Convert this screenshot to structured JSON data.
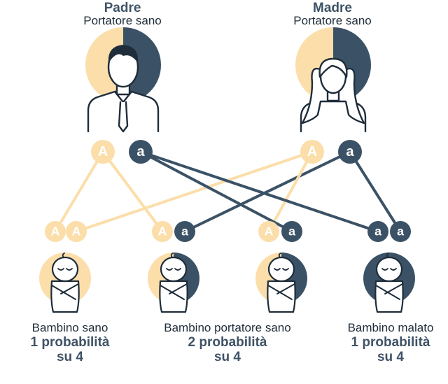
{
  "colors": {
    "dominant": "#fbdeaa",
    "recessive": "#3b5266",
    "line_light": "#fbdeaa",
    "line_dark": "#3b5266",
    "outline": "#1f2d3a",
    "title_text": "#3f5366",
    "text": "#1f2d3a"
  },
  "parents": [
    {
      "name": "Padre",
      "role": "Portatore sano",
      "alleles": [
        "A",
        "a"
      ],
      "icon": "father-icon"
    },
    {
      "name": "Madre",
      "role": "Portatore sano",
      "alleles": [
        "A",
        "a"
      ],
      "icon": "mother-icon"
    }
  ],
  "children": [
    {
      "genotype": [
        "A",
        "A"
      ],
      "label": "Bambino sano",
      "prob_line1": "1 probabilità",
      "prob_line2": "su 4",
      "icon": "baby-icon"
    },
    {
      "genotype": [
        "A",
        "a"
      ],
      "label": "Bambino portatore sano",
      "prob_line1": "2 probabilità",
      "prob_line2": "su 4",
      "icon": "baby-icon"
    },
    {
      "genotype": [
        "A",
        "a"
      ],
      "label": "",
      "prob_line1": "",
      "prob_line2": "",
      "icon": "baby-icon"
    },
    {
      "genotype": [
        "a",
        "a"
      ],
      "label": "Bambino malato",
      "prob_line1": "1 probabilità",
      "prob_line2": "su 4",
      "icon": "baby-icon"
    }
  ]
}
